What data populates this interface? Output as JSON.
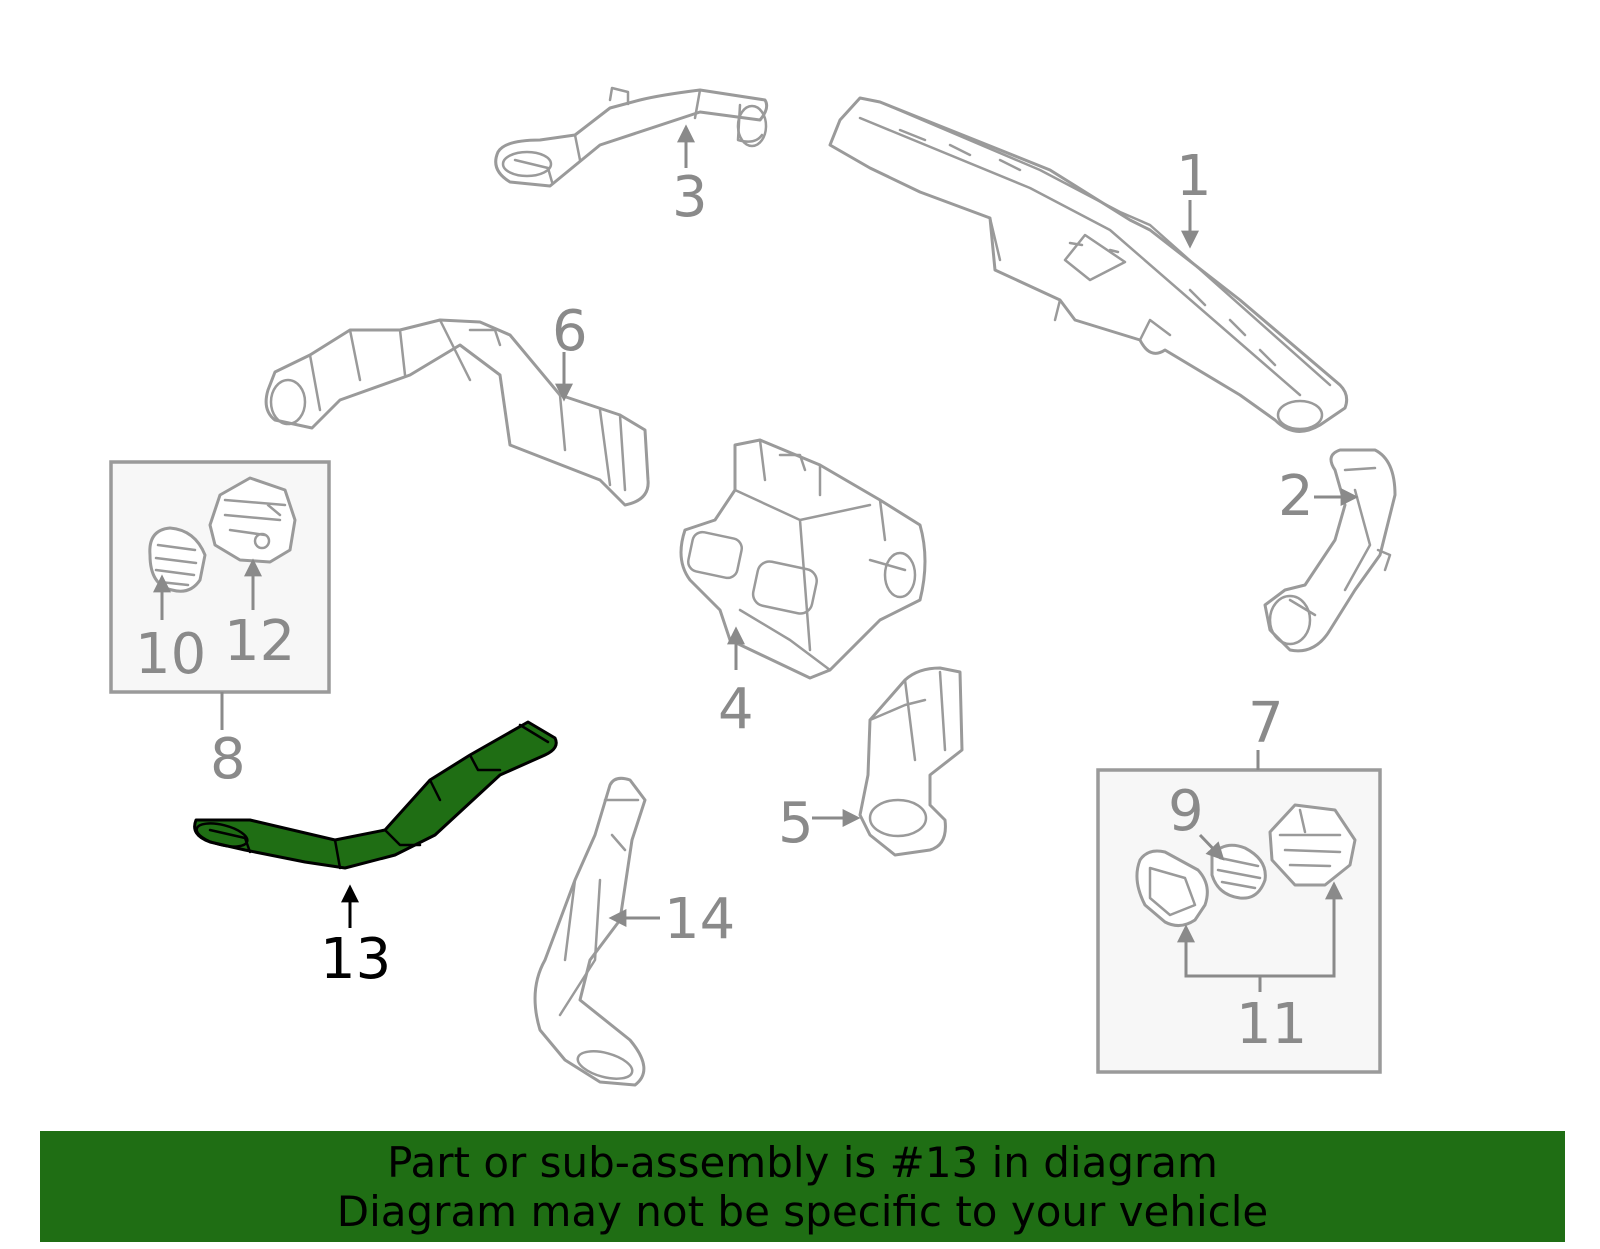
{
  "diagram": {
    "highlight_color": "#1f6e14",
    "line_color": "#9a9a9a",
    "callouts": {
      "c1": "1",
      "c2": "2",
      "c3": "3",
      "c4": "4",
      "c5": "5",
      "c6": "6",
      "c7": "7",
      "c8": "8",
      "c9": "9",
      "c10": "10",
      "c11": "11",
      "c12": "12",
      "c13": "13",
      "c14": "14"
    },
    "highlighted_part": "13"
  },
  "banner": {
    "line1": "Part or sub-assembly is #13 in diagram",
    "line2": "Diagram may not be specific to your vehicle",
    "background": "#1f6e14"
  }
}
